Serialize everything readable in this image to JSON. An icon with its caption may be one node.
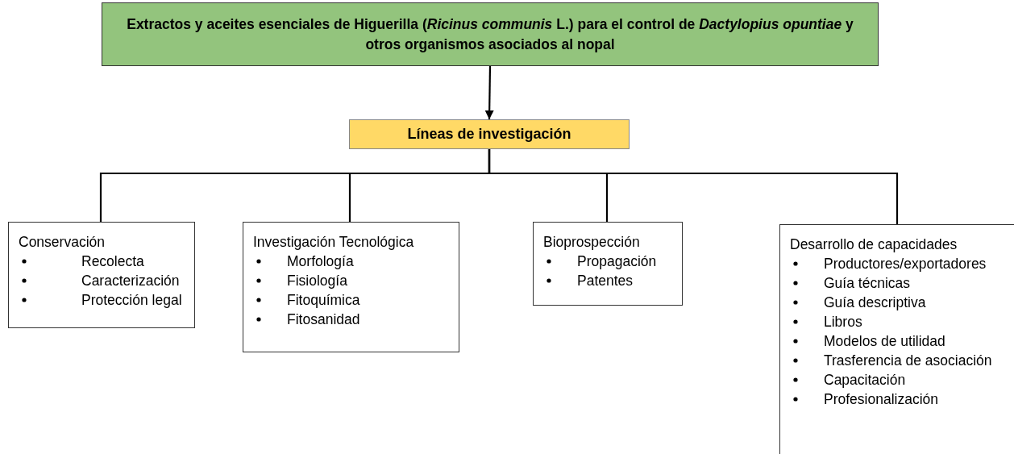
{
  "diagram": {
    "nodes": [
      {
        "text": [
          "Extractos y aceites esenciales de Higuerilla (*Ricinus communis* L.) para el control de *Dactylopius opuntiae* y otros organismos asociados al nopal"
        ]
      },
      {
        "text": [
          "Líneas de investigación"
        ]
      },
      {
        "text": [
          "Conservación",
          "Recolecta",
          "Caracterización",
          "Protección legal"
        ]
      },
      {
        "text": [
          "Investigación Tecnológica",
          "Morfología",
          "Fisiología",
          "Fitoquímica",
          "Fitosanidad"
        ]
      },
      {
        "text": [
          "Bioprospección",
          "Propagación",
          "Patentes"
        ]
      },
      {
        "text": [
          "Desarrollo de capacidades",
          "Productores/exportadores",
          "Guía técnicas",
          "Guía descriptiva",
          "Libros",
          "Modelos de utilidad",
          "Trasferencia de asociación",
          "Capacitación",
          "Profesionalización"
        ]
      }
    ],
    "edges": [
      {
        "from": 0,
        "to": 1,
        "arrow": "to"
      },
      {
        "from": 1,
        "to": 2,
        "arrow": "none"
      },
      {
        "from": 1,
        "to": 3,
        "arrow": "none"
      },
      {
        "from": 1,
        "to": 4,
        "arrow": "none"
      },
      {
        "from": 1,
        "to": 5,
        "arrow": "none"
      }
    ]
  }
}
